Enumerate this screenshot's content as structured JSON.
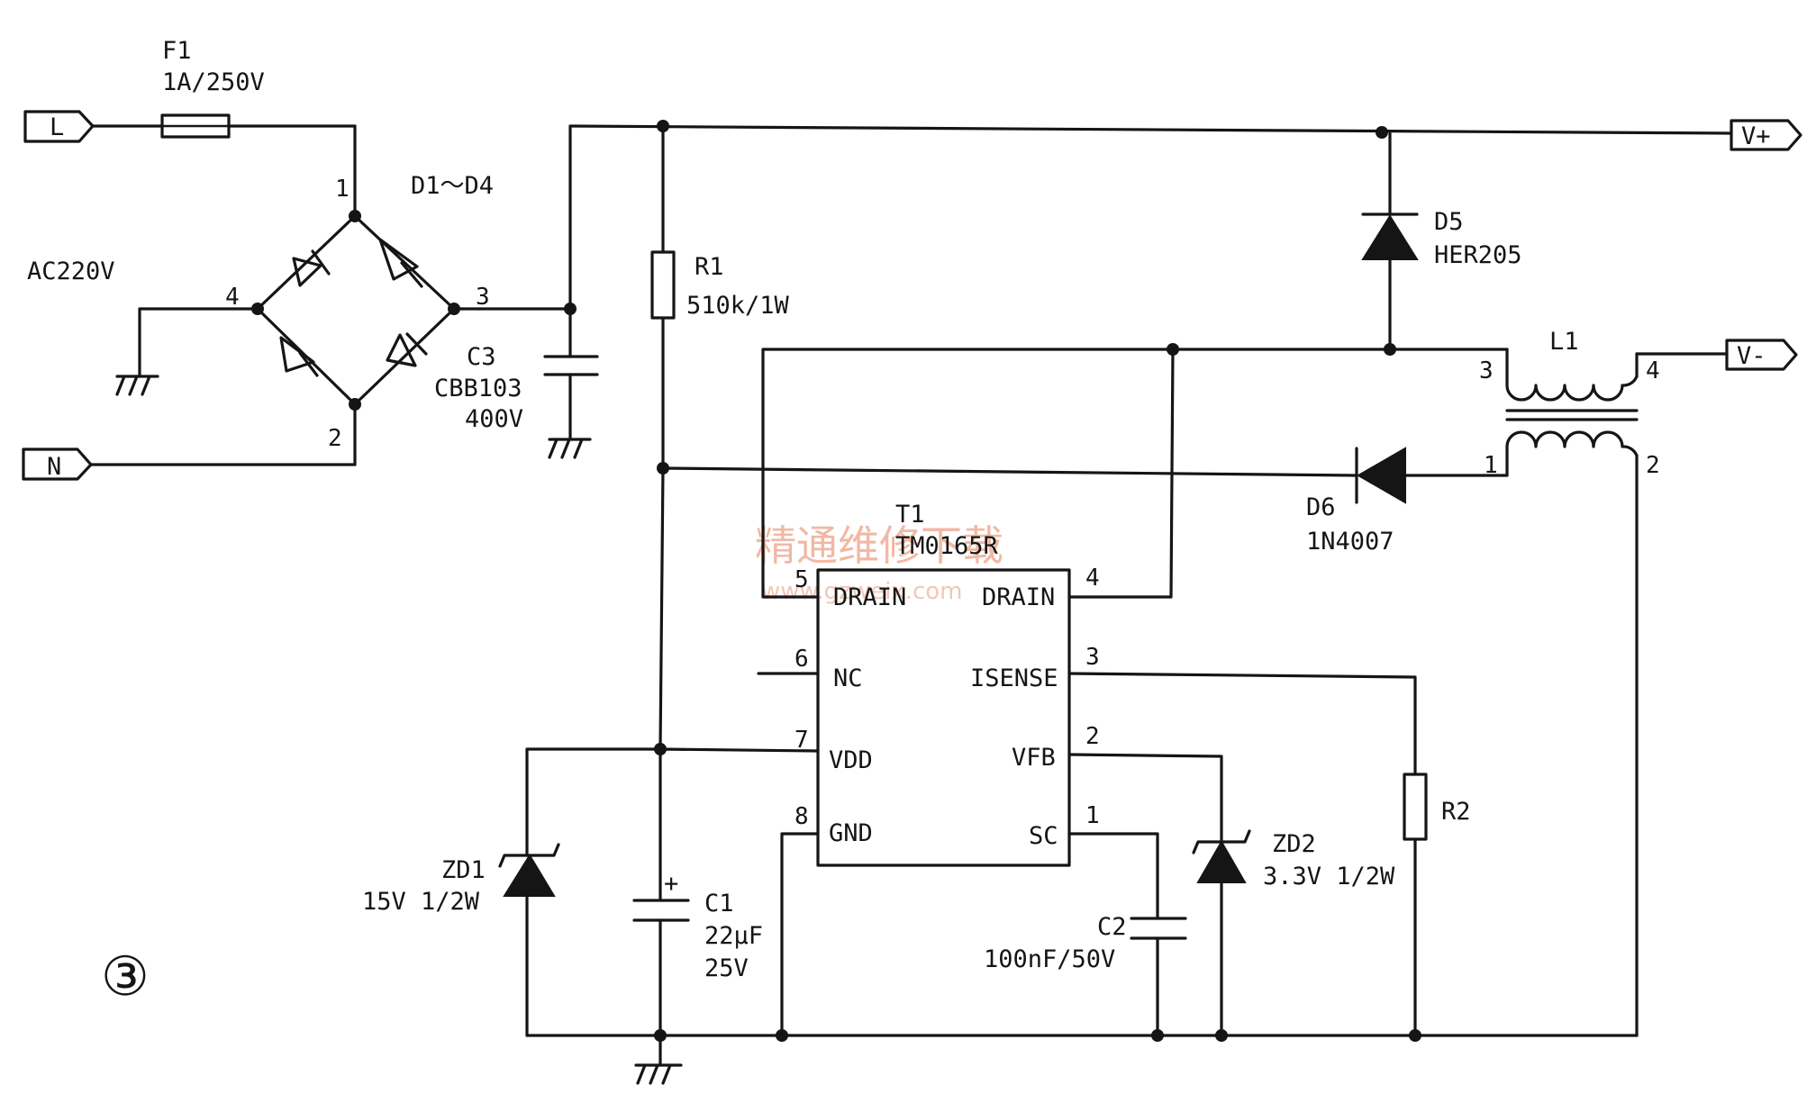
{
  "terminals": {
    "line": "L",
    "neutral": "N",
    "out_pos": "V+",
    "out_neg": "V-"
  },
  "fuse": {
    "ref": "F1",
    "value": "1A/250V"
  },
  "bridge": {
    "ref": "D1～D4",
    "pin1": "1",
    "pin2": "2",
    "pin3": "3",
    "pin4": "4"
  },
  "input_label": "AC220V",
  "c3": {
    "ref": "C3",
    "type": "CBB103",
    "voltage": "400V"
  },
  "r1": {
    "ref": "R1",
    "value": "510k/1W"
  },
  "d5": {
    "ref": "D5",
    "part": "HER205"
  },
  "l1": {
    "ref": "L1",
    "pin1": "1",
    "pin2": "2",
    "pin3": "3",
    "pin4": "4"
  },
  "d6": {
    "ref": "D6",
    "part": "1N4007"
  },
  "ic": {
    "ref": "T1",
    "part": "TM0165R",
    "pins": {
      "p5_num": "5",
      "p5_name": "DRAIN",
      "p4_num": "4",
      "p4_name": "DRAIN",
      "p6_num": "6",
      "p6_name": "NC",
      "p3_num": "3",
      "p3_name": "ISENSE",
      "p7_num": "7",
      "p7_name": "VDD",
      "p2_num": "2",
      "p2_name": "VFB",
      "p8_num": "8",
      "p8_name": "GND",
      "p1_num": "1",
      "p1_name": "SC"
    }
  },
  "r2": {
    "ref": "R2"
  },
  "zd1": {
    "ref": "ZD1",
    "value": "15V 1/2W"
  },
  "c1": {
    "ref": "C1",
    "capacitance": "22μF",
    "voltage": "25V",
    "polarity": "+"
  },
  "c2": {
    "ref": "C2",
    "value": "100nF/50V"
  },
  "zd2": {
    "ref": "ZD2",
    "value": "3.3V 1/2W"
  },
  "figure_number": "③",
  "watermark": {
    "text": "精通维修下载",
    "url": "www.gzweix.com"
  }
}
